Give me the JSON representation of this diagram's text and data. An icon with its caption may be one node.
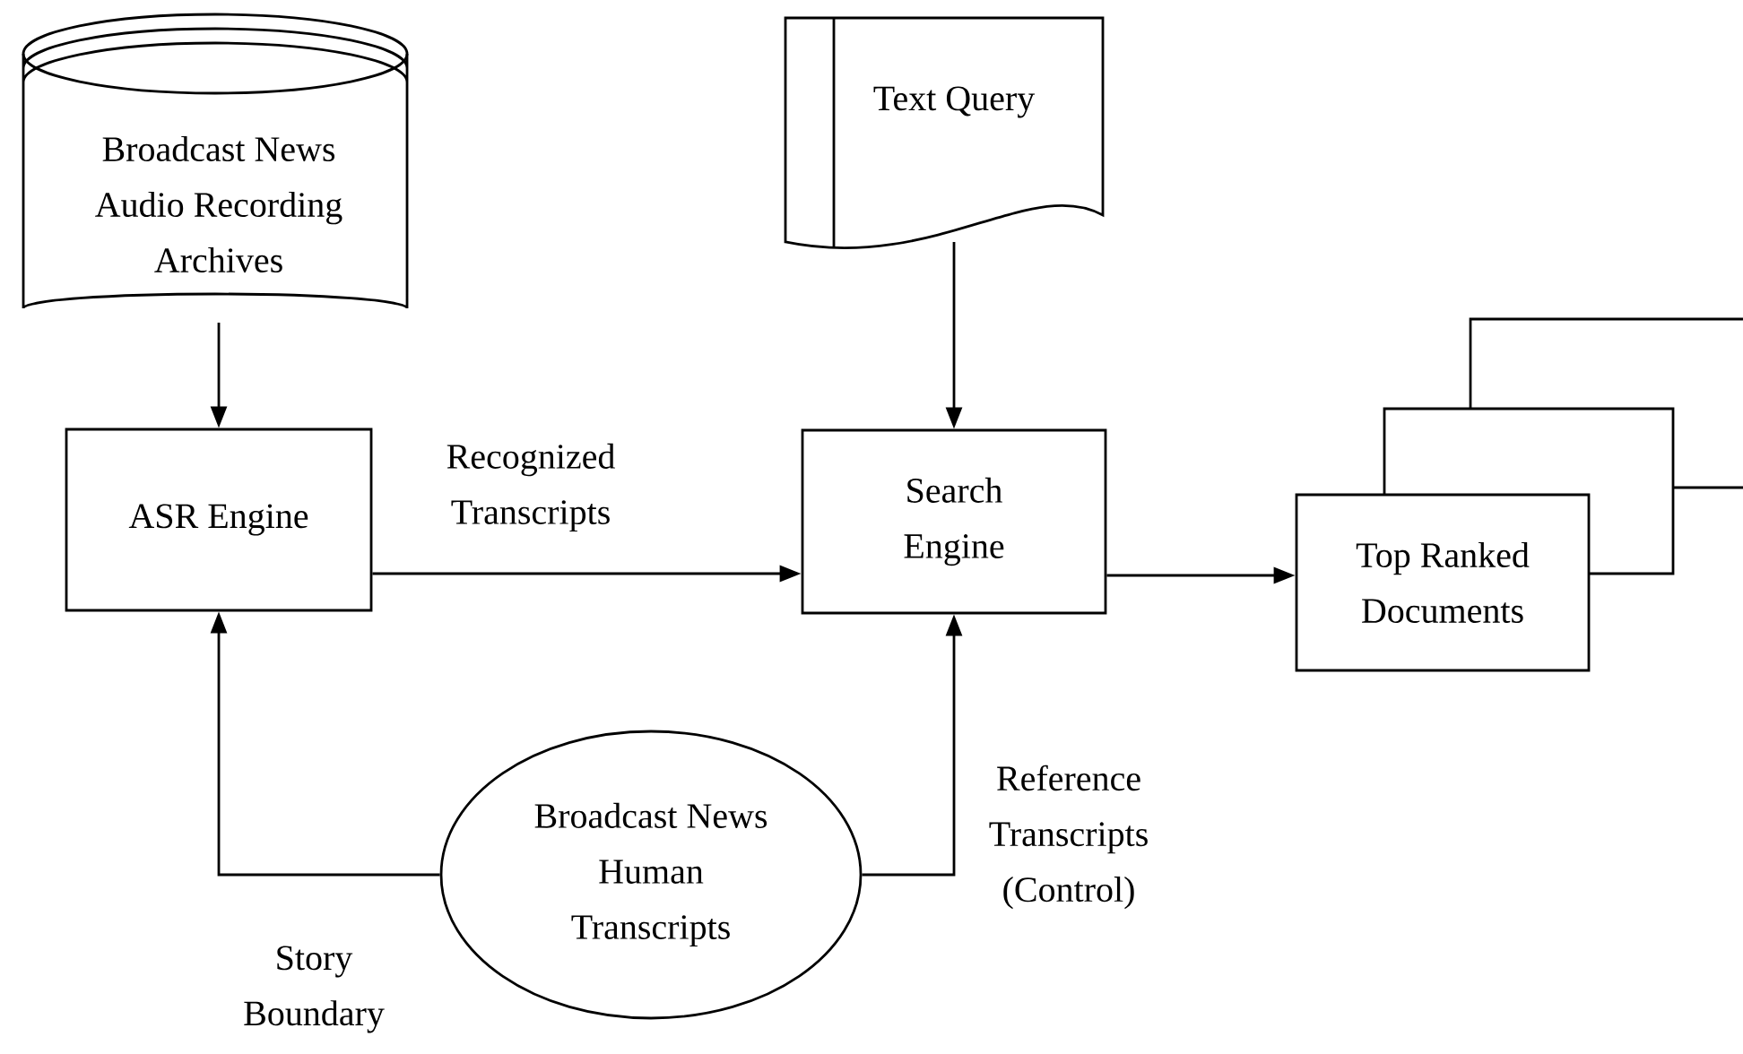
{
  "diagram": {
    "nodes": [
      {
        "text": [
          "Broadcast News Audio Recording Archives"
        ]
      },
      {
        "text": [
          "Text Query"
        ]
      },
      {
        "text": [
          "ASR Engine"
        ]
      },
      {
        "text": [
          "Search Engine"
        ]
      },
      {
        "text": [
          "Top Ranked Documents"
        ]
      },
      {
        "text": [
          "Broadcast News Human Transcripts"
        ]
      }
    ],
    "edges": [
      {
        "from": 0,
        "to": 2,
        "arrow": "to"
      },
      {
        "from": 1,
        "to": 3,
        "arrow": "to"
      },
      {
        "from": 2,
        "to": 3,
        "arrow": "to",
        "label": "Recognized Transcripts"
      },
      {
        "from": 3,
        "to": 4,
        "arrow": "to"
      },
      {
        "from": 5,
        "to": 2,
        "arrow": "to",
        "label": "Story Boundary"
      },
      {
        "from": 5,
        "to": 3,
        "arrow": "to",
        "label": "Reference Transcripts (Control)"
      }
    ]
  }
}
